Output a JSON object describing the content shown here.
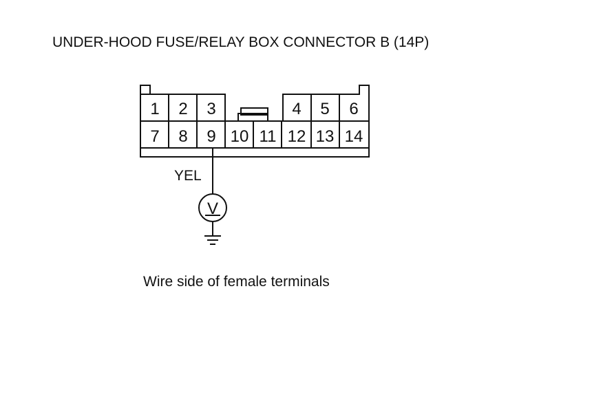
{
  "title": "UNDER-HOOD FUSE/RELAY BOX CONNECTOR B (14P)",
  "caption": "Wire side of female terminals",
  "connector": {
    "top_row": [
      "1",
      "2",
      "3",
      "",
      "",
      "4",
      "5",
      "6"
    ],
    "bottom_row": [
      "7",
      "8",
      "9",
      "10",
      "11",
      "12",
      "13",
      "14"
    ]
  },
  "wire_label": "YEL",
  "meter_symbol": "V",
  "colors": {
    "line": "#111111",
    "background": "#ffffff"
  }
}
